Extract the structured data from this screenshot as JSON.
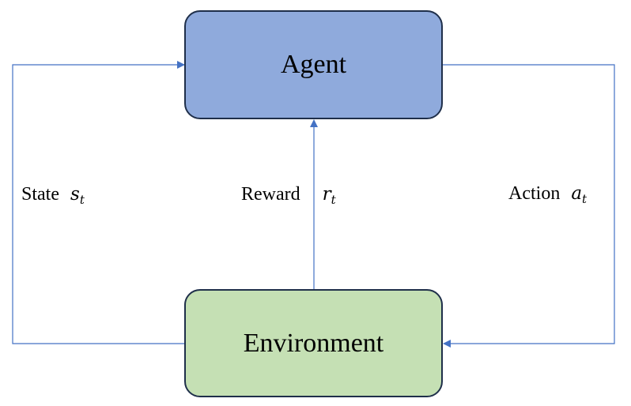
{
  "nodes": {
    "agent": {
      "label": "Agent",
      "fill": "#8faadc"
    },
    "environment": {
      "label": "Environment",
      "fill": "#c5e0b4"
    }
  },
  "edges": {
    "state": {
      "label": "State",
      "symbol": "s",
      "subscript": "t"
    },
    "reward": {
      "label": "Reward",
      "symbol": "r",
      "subscript": "t"
    },
    "action": {
      "label": "Action",
      "symbol": "a",
      "subscript": "t"
    }
  },
  "colors": {
    "connector": "#4472c4",
    "box_border": "#1f2f4a"
  }
}
